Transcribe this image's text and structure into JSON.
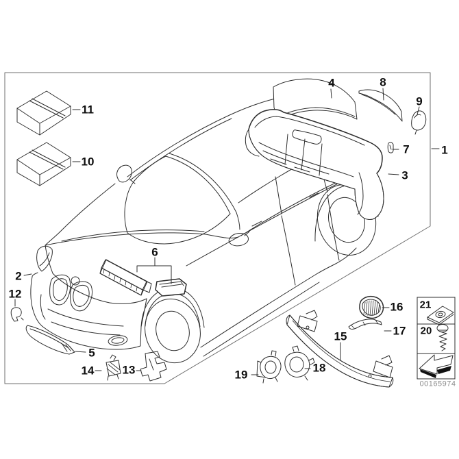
{
  "diagram": {
    "document_number": "00165974",
    "callouts": [
      {
        "label": "1"
      },
      {
        "label": "2"
      },
      {
        "label": "3"
      },
      {
        "label": "4"
      },
      {
        "label": "5"
      },
      {
        "label": "6"
      },
      {
        "label": "7"
      },
      {
        "label": "8"
      },
      {
        "label": "9"
      },
      {
        "label": "10"
      },
      {
        "label": "11"
      },
      {
        "label": "12"
      },
      {
        "label": "13"
      },
      {
        "label": "14"
      },
      {
        "label": "15"
      },
      {
        "label": "16"
      },
      {
        "label": "17"
      },
      {
        "label": "18"
      },
      {
        "label": "19"
      }
    ],
    "legend": {
      "rows": [
        {
          "label": "21",
          "icon": "speed-nut-icon"
        },
        {
          "label": "20",
          "icon": "self-tapping-screw-icon"
        },
        {
          "label": "",
          "icon": "installation-direction-arrow-icon"
        }
      ]
    },
    "colors": {
      "background": "#ffffff",
      "line": "#2d2d2d",
      "frame": "#6f6f6f",
      "label": "#0f0f0f",
      "document_number": "#8d8d8d"
    }
  }
}
